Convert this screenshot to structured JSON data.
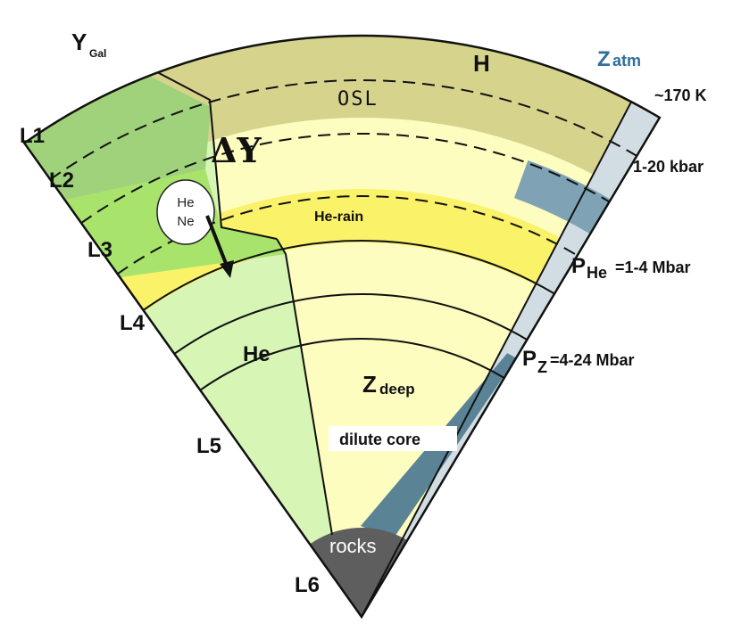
{
  "labels": {
    "y_gal": "Y",
    "y_gal_sub": "Gal",
    "h": "H",
    "z_atm": "Z",
    "z_atm_sub": "atm",
    "osl": "OSL",
    "delta_y": "ΔY",
    "he_bubble_1": "He",
    "he_bubble_2": "Ne",
    "he_rain": "He-rain",
    "he_region": "He",
    "z_deep": "Z",
    "z_deep_sub": "deep",
    "dilute_core": "dilute core",
    "rocks": "rocks",
    "l1": "L1",
    "l2": "L2",
    "l3": "L3",
    "l4": "L4",
    "l5": "L5",
    "l6": "L6",
    "temp_170k": "~170 K",
    "p_1_20_kbar": "1-20 kbar",
    "p_he": "P",
    "p_he_sub": "He",
    "p_he_value": "=1-4 Mbar",
    "p_z": "P",
    "p_z_sub": "Z",
    "p_z_value": "=4-24 Mbar"
  },
  "colors": {
    "h_region": "#fdfdbf",
    "ygal_region": "#d7f5b5",
    "osl_band": "#d6d38d",
    "osl_left": "#9fd27b",
    "he_rain_band": "#faf269",
    "he_ne_green": "#a8e36c",
    "z_atm_light": "#d2dde3",
    "z_atm_mid": "#7fa3b5",
    "z_deep_dark": "#5a8396",
    "rocks": "#5e5e5e",
    "z_atm_text": "#2f6f9f"
  }
}
